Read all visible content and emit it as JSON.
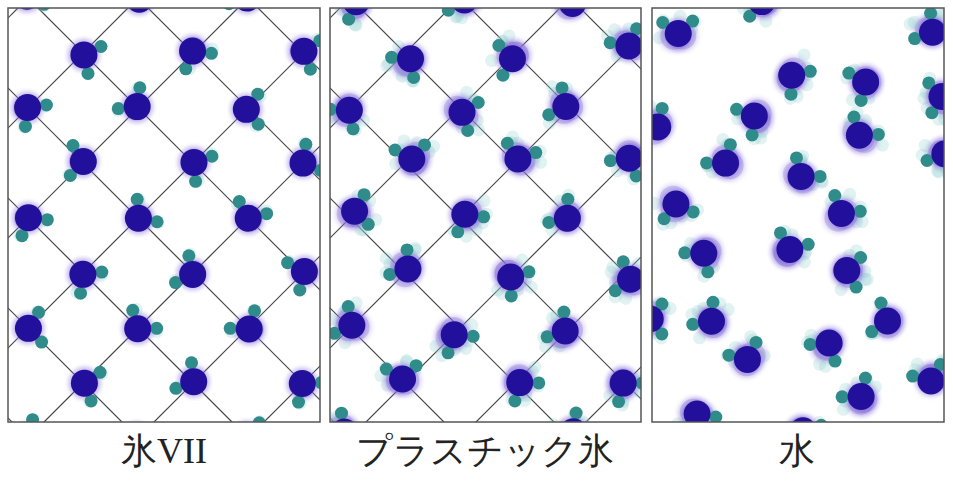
{
  "diagram": {
    "labels": [
      "氷VII",
      "プラスチック氷",
      "水"
    ]
  }
}
